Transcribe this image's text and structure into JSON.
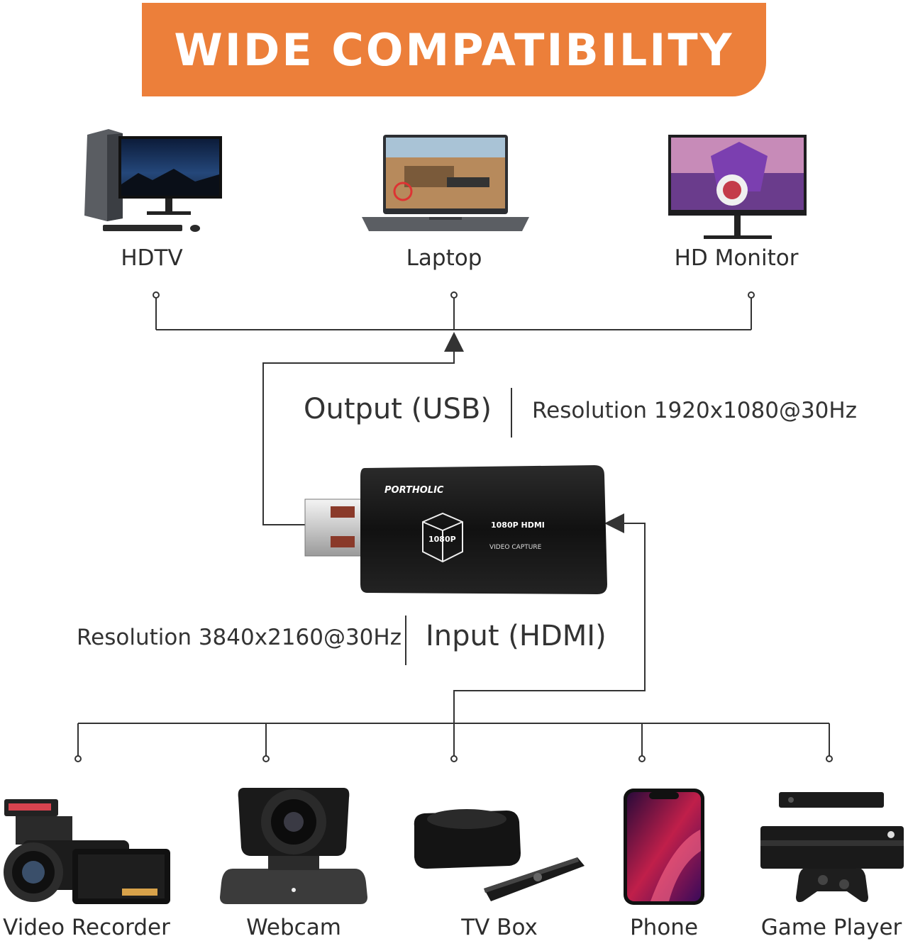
{
  "banner": {
    "title": "WIDE COMPATIBILITY"
  },
  "outputs": [
    {
      "label": "HDTV",
      "icon": "desktop-pc-icon"
    },
    {
      "label": "Laptop",
      "icon": "laptop-icon"
    },
    {
      "label": "HD Monitor",
      "icon": "monitor-icon"
    }
  ],
  "output_spec": {
    "title": "Output (USB)",
    "detail": "Resolution 1920x1080@30Hz"
  },
  "input_spec": {
    "title": "Input (HDMI)",
    "detail": "Resolution 3840x2160@30Hz"
  },
  "capture_device": {
    "brand": "PORTHOLIC",
    "badge": "1080P",
    "line1": "1080P HDMI",
    "line2": "VIDEO CAPTURE"
  },
  "inputs": [
    {
      "label": "Video Recorder",
      "icon": "camcorder-icon"
    },
    {
      "label": "Webcam",
      "icon": "webcam-icon"
    },
    {
      "label": "TV Box",
      "icon": "tv-box-icon"
    },
    {
      "label": "Phone",
      "icon": "phone-icon"
    },
    {
      "label": "Game Player",
      "icon": "game-console-icon"
    }
  ],
  "colors": {
    "accent": "#ec7f3a",
    "wire": "#333333"
  }
}
